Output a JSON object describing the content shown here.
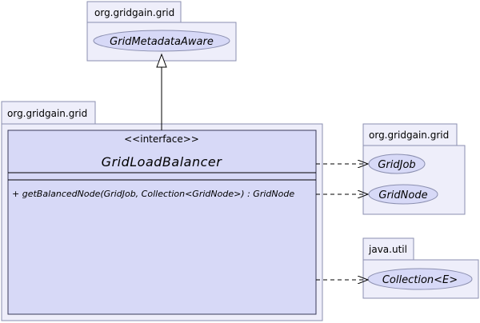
{
  "packages": [
    {
      "name": "org.gridgain.grid",
      "items": [
        "GridMetadataAware"
      ]
    },
    {
      "name": "org.gridgain.grid",
      "items": [
        "GridLoadBalancer"
      ]
    },
    {
      "name": "org.gridgain.grid",
      "items": [
        "GridJob",
        "GridNode"
      ]
    },
    {
      "name": "java.util",
      "items": [
        "Collection<E>"
      ]
    }
  ],
  "main_class": {
    "stereotype": "<<interface>>",
    "name": "GridLoadBalancer",
    "operation": "+ getBalancedNode(GridJob, Collection<GridNode>) : GridNode"
  },
  "colors": {
    "package_fill": "#eeeefa",
    "class_fill": "#d7d9f7",
    "oval_fill": "#d7d9f7",
    "border": "#8b8fb0"
  }
}
